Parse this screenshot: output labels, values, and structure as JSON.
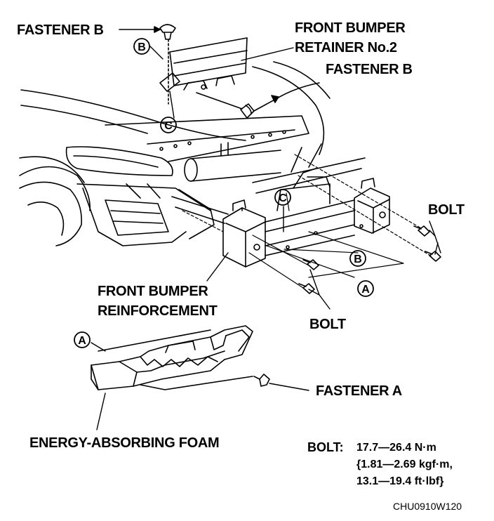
{
  "labels": {
    "fastener_b_top": "FASTENER B",
    "retainer_line1": "FRONT BUMPER",
    "retainer_line2": "RETAINER No.2",
    "fastener_b_mid": "FASTENER B",
    "bolt_right": "BOLT",
    "reinforcement_line1": "FRONT BUMPER",
    "reinforcement_line2": "REINFORCEMENT",
    "bolt_bottom": "BOLT",
    "fastener_a": "FASTENER A",
    "foam": "ENERGY-ABSORBING FOAM"
  },
  "callouts": {
    "a": "A",
    "b": "B",
    "c": "C"
  },
  "torque_spec": {
    "label": "BOLT:",
    "line1": "17.7—26.4 N·m",
    "line2": "{1.81—2.69 kgf·m,",
    "line3": "13.1—19.4 ft·lbf}"
  },
  "figure_code": "CHU0910W120"
}
